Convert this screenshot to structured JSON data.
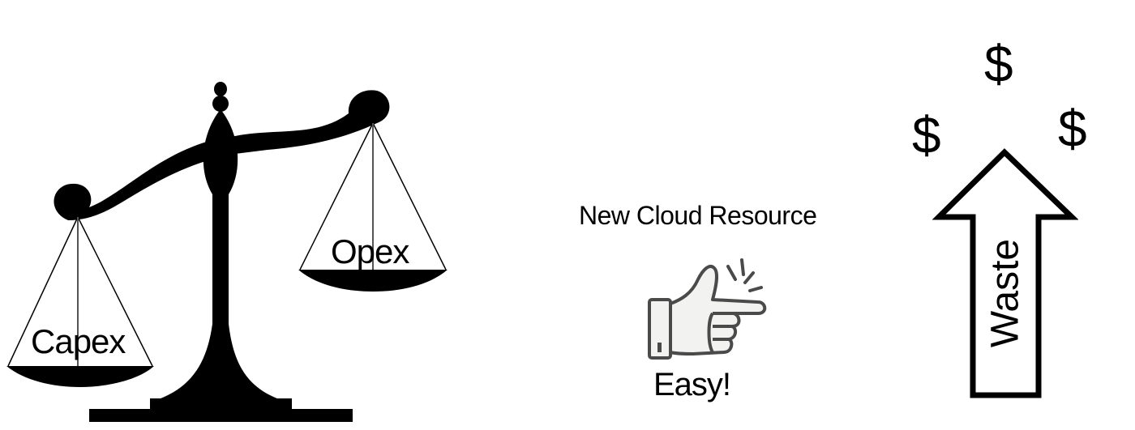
{
  "scale": {
    "left_pan_label": "Capex",
    "right_pan_label": "Opex"
  },
  "cloud": {
    "title": "New Cloud Resource",
    "caption": "Easy!",
    "icon": "finger-snap-icon"
  },
  "waste": {
    "arrow_label": "Waste",
    "symbols": [
      "$",
      "$",
      "$"
    ],
    "icon": "up-arrow-icon"
  },
  "colors": {
    "ink": "#000000",
    "hand_fill": "#f2f2f0",
    "hand_stroke": "#4a4a4a"
  }
}
